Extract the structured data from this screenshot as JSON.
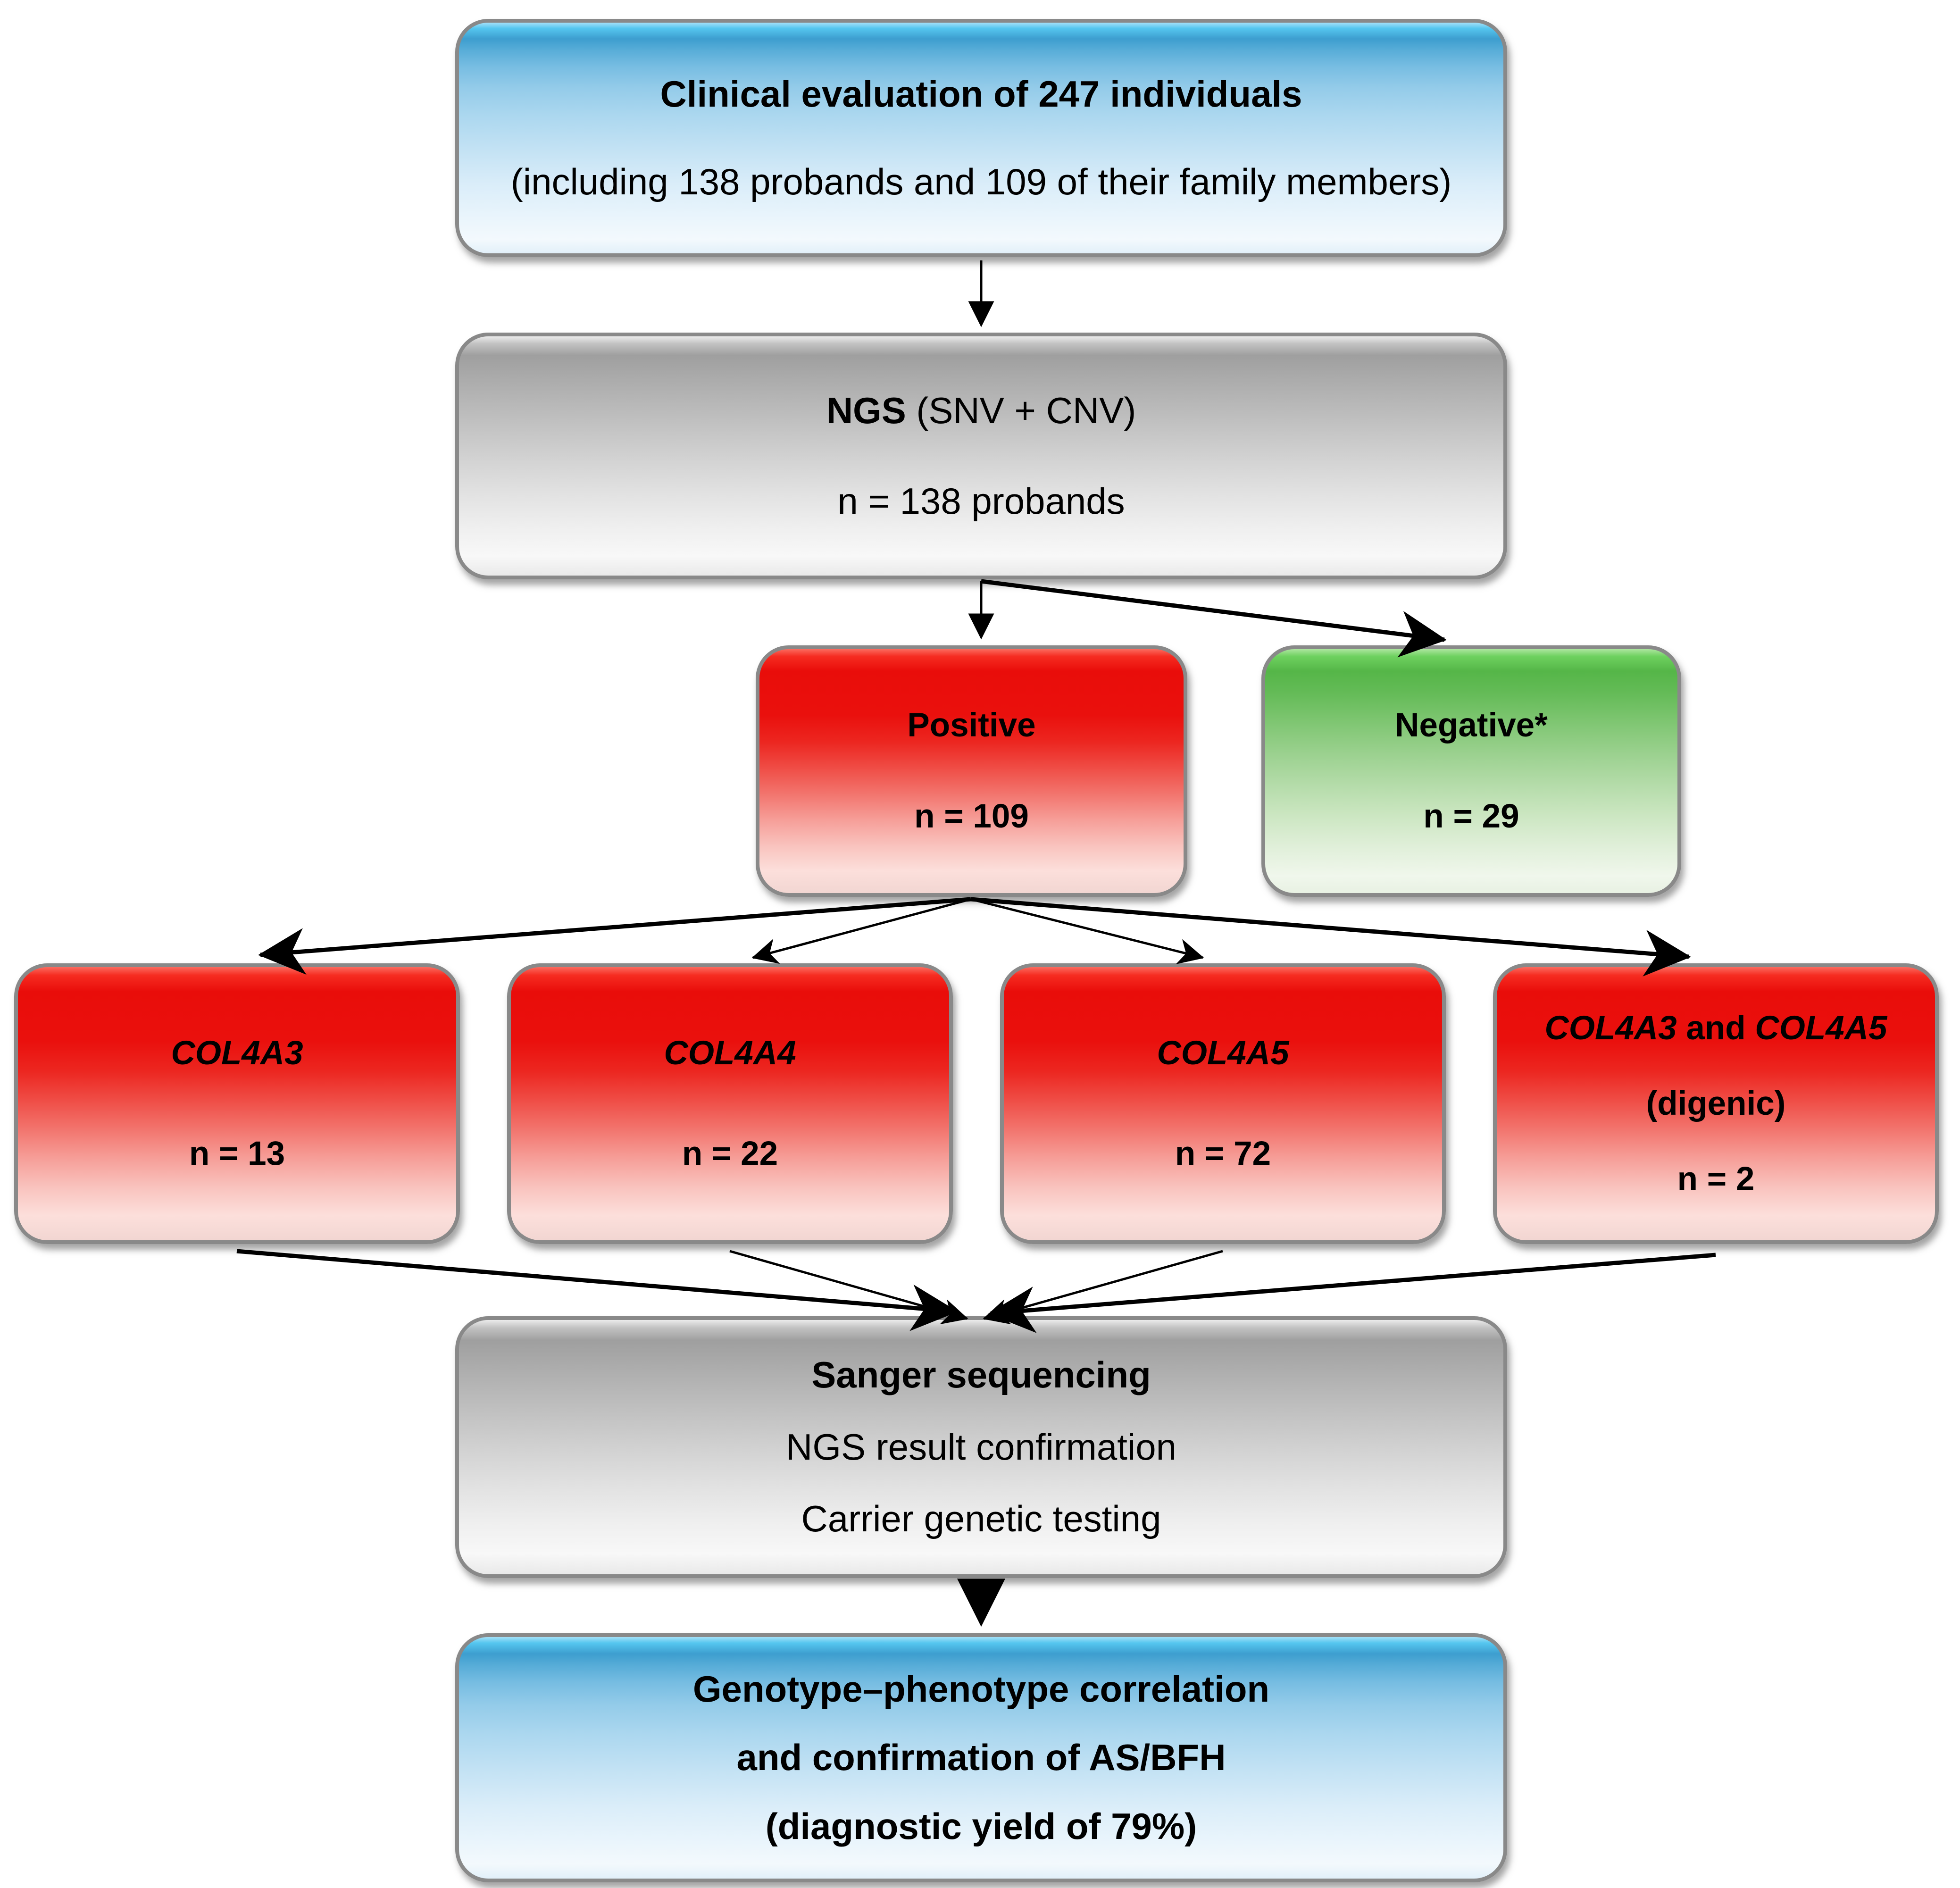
{
  "figure": {
    "type": "flowchart",
    "description": "Genetic testing workflow flowchart"
  },
  "colors": {
    "blue_box_top": "#3d9ecf",
    "blue_box_bottom": "#e2f0f9",
    "gray_box_top": "#9f9f9f",
    "gray_box_bottom": "#f8f8f8",
    "red_box_top": "#e90d0a",
    "red_box_bottom": "#f2d6d2",
    "green_box_top": "#55b648",
    "green_box_bottom": "#e8f1e3",
    "box_border": "#898989",
    "arrow": "#000000",
    "text": "#000000"
  },
  "nodes": {
    "clinical": {
      "title": "Clinical evaluation of 247 individuals",
      "subtitle": "(including 138 probands and 109 of their family members)"
    },
    "ngs": {
      "title_bold": "NGS",
      "title_rest": " (SNV + CNV)",
      "count": "n = 138 probands"
    },
    "positive": {
      "title": "Positive",
      "count": "n = 109"
    },
    "negative": {
      "title": "Negative*",
      "count": "n = 29"
    },
    "col4a3": {
      "gene": "COL4A3",
      "count": "n = 13"
    },
    "col4a4": {
      "gene": "COL4A4",
      "count": "n = 22"
    },
    "col4a5": {
      "gene": "COL4A5",
      "count": "n = 72"
    },
    "digenic": {
      "gene1": "COL4A3",
      "connector": " and ",
      "gene2": "COL4A5",
      "subtitle": "(digenic)",
      "count": "n = 2"
    },
    "sanger": {
      "title": "Sanger sequencing",
      "line2": "NGS result confirmation",
      "line3": "Carrier genetic testing"
    },
    "final": {
      "line1": "Genotype–phenotype correlation",
      "line2": "and confirmation of AS/BFH",
      "line3": "(diagnostic yield of 79%)"
    }
  }
}
